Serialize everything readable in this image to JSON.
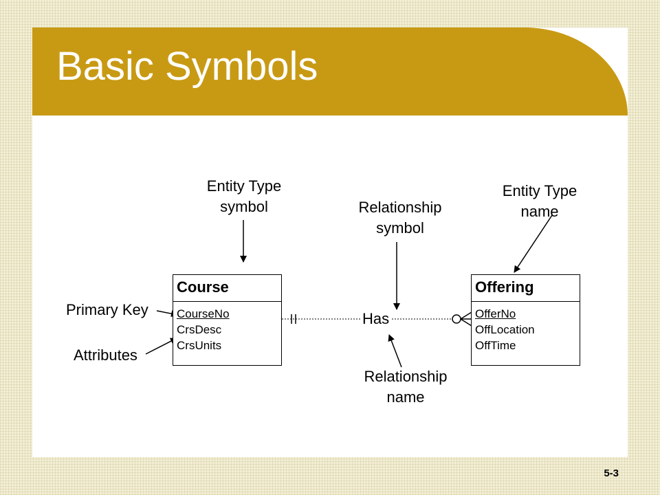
{
  "title": "Basic Symbols",
  "labels": {
    "entity_type_symbol": [
      "Entity Type",
      "symbol"
    ],
    "relationship_symbol": [
      "Relationship",
      "symbol"
    ],
    "entity_type_name": [
      "Entity Type",
      "name"
    ],
    "primary_key": "Primary Key",
    "attributes": "Attributes",
    "relationship_name": [
      "Relationship",
      "name"
    ]
  },
  "entities": {
    "course": {
      "name": "Course",
      "attributes": [
        "CourseNo",
        "CrsDesc",
        "CrsUnits"
      ],
      "primary_key": "CourseNo"
    },
    "offering": {
      "name": "Offering",
      "attributes": [
        "OfferNo",
        "OffLocation",
        "OffTime"
      ],
      "primary_key": "OfferNo"
    }
  },
  "relationship": {
    "name": "Has"
  },
  "page_number": "5-3",
  "colors": {
    "banner": "#c89a14",
    "background": "#f3efd6"
  }
}
